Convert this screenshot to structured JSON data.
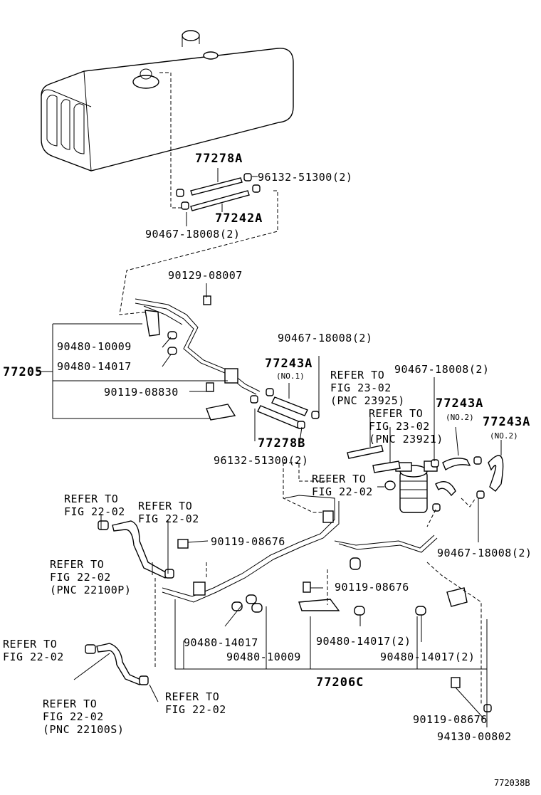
{
  "labels": {
    "p77278A": "77278A",
    "p96132_top": "96132-51300(2)",
    "p77242A": "77242A",
    "p90467_top": "90467-18008(2)",
    "p90129": "90129-08007",
    "p90480_10009_a": "90480-10009",
    "p77205": "77205",
    "p90480_14017_a": "90480-14017",
    "p90119_08830": "90119-08830",
    "p90467_mid": "90467-18008(2)",
    "p77243A_1": "77243A",
    "no1": "(NO.1)",
    "p77278B": "77278B",
    "p96132_mid": "96132-51300(2)",
    "refer_23925_a": "REFER TO",
    "refer_23925_b": "FIG 23-02",
    "refer_23925_c": "(PNC 23925)",
    "p90467_right": "90467-18008(2)",
    "p77243A_2": "77243A",
    "no2_a": "(NO.2)",
    "p77243A_3": "77243A",
    "no2_b": "(NO.2)",
    "refer_23921_a": "REFER TO",
    "refer_23921_b": "FIG 23-02",
    "refer_23921_c": "(PNC 23921)",
    "refer_2202_mid_a": "REFER TO",
    "refer_2202_mid_b": "FIG 22-02",
    "p90467_lower": "90467-18008(2)",
    "refer_left1_a": "REFER TO",
    "refer_left1_b": "FIG 22-02",
    "refer_left2_a": "REFER TO",
    "refer_left2_b": "FIG 22-02",
    "p90119_08676_a": "90119-08676",
    "refer_22100P_a": "REFER TO",
    "refer_22100P_b": "FIG 22-02",
    "refer_22100P_c": "(PNC 22100P)",
    "p90119_08676_b": "90119-08676",
    "refer_bl_a": "REFER TO",
    "refer_bl_b": "FIG 22-02",
    "p90480_14017_b": "90480-14017",
    "p90480_14017_2a": "90480-14017(2)",
    "p90480_10009_b": "90480-10009",
    "p90480_14017_2b": "90480-14017(2)",
    "p77206C": "77206C",
    "refer_22100S_a": "REFER TO",
    "refer_22100S_b": "FIG 22-02",
    "refer_22100S_c": "(PNC 22100S)",
    "refer_br_a": "REFER TO",
    "refer_br_b": "FIG 22-02",
    "p90119_08676_c": "90119-08676",
    "p94130": "94130-00802",
    "figure_code": "772038B"
  }
}
